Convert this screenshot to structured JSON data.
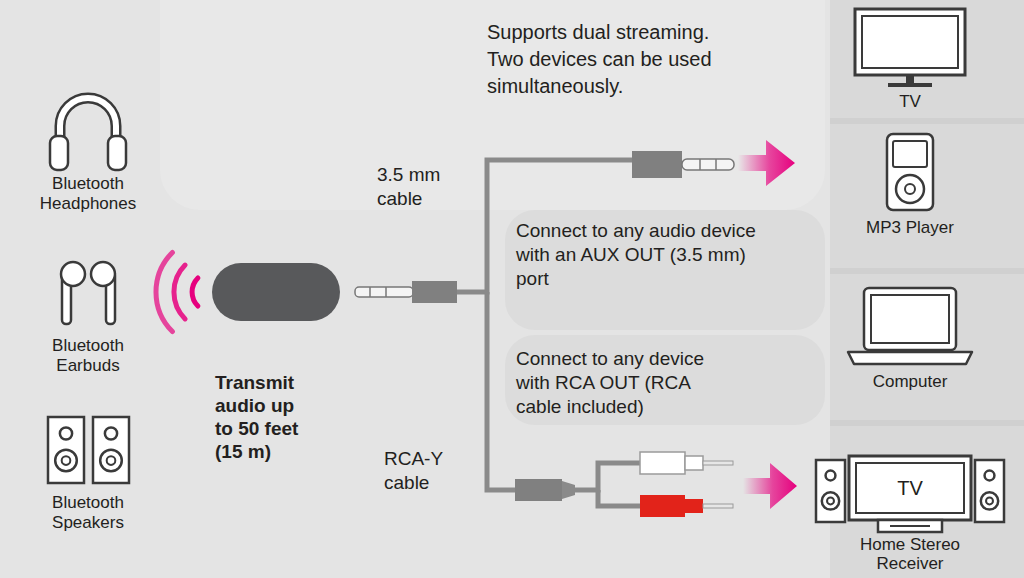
{
  "diagram": {
    "nodes": [
      {
        "text": [
          "Bluetooth Headphones"
        ]
      },
      {
        "text": [
          "Bluetooth Earbuds"
        ]
      },
      {
        "text": [
          "Bluetooth Speakers"
        ]
      },
      {
        "text": [
          "TV"
        ]
      },
      {
        "text": [
          "MP3 Player"
        ]
      },
      {
        "text": [
          "Computer"
        ]
      },
      {
        "text": [
          "Home Stereo Receiver"
        ]
      },
      {
        "text": [
          "TV"
        ],
        "in": 6
      }
    ],
    "labels": [
      "Supports dual streaming. Two devices can be used simultaneously.",
      "3.5 mm cable",
      "Connect to any audio device with an AUX OUT (3.5 mm) port",
      "Connect to any device with RCA OUT (RCA cable included)",
      "Transmit audio up to 50 feet (15 m)",
      "RCA-Y cable"
    ]
  }
}
